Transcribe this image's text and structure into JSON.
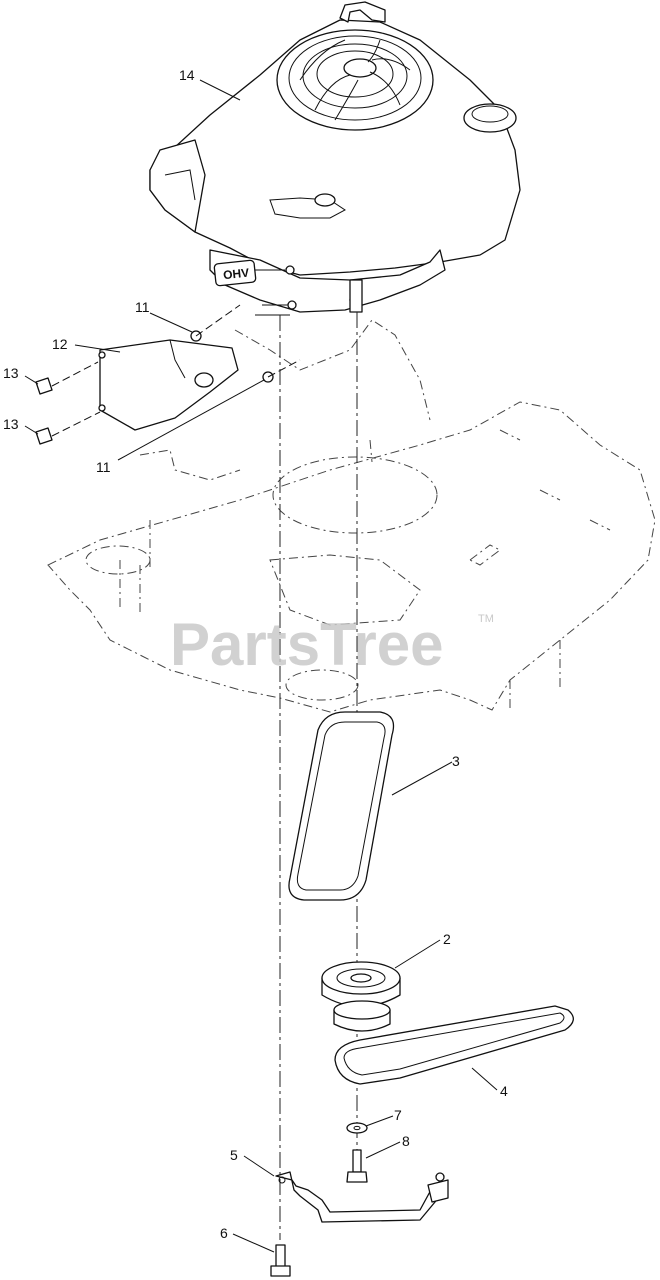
{
  "diagram": {
    "watermark": "PartsTree",
    "watermark_tm": "TM",
    "engine_badge": "OHV",
    "callouts": [
      {
        "id": "c14",
        "label": "14",
        "part": "engine"
      },
      {
        "id": "c11a",
        "label": "11",
        "part": "bolt-upper"
      },
      {
        "id": "c12",
        "label": "12",
        "part": "heat-shield"
      },
      {
        "id": "c13a",
        "label": "13",
        "part": "bolt-left-upper"
      },
      {
        "id": "c13b",
        "label": "13",
        "part": "bolt-left-lower"
      },
      {
        "id": "c11b",
        "label": "11",
        "part": "bolt-lower"
      },
      {
        "id": "c3",
        "label": "3",
        "part": "belt-upper"
      },
      {
        "id": "c2",
        "label": "2",
        "part": "pulley"
      },
      {
        "id": "c4",
        "label": "4",
        "part": "belt-lower"
      },
      {
        "id": "c7",
        "label": "7",
        "part": "washer"
      },
      {
        "id": "c8",
        "label": "8",
        "part": "center-bolt"
      },
      {
        "id": "c5",
        "label": "5",
        "part": "belt-guide"
      },
      {
        "id": "c6",
        "label": "6",
        "part": "guide-bolt"
      }
    ]
  }
}
